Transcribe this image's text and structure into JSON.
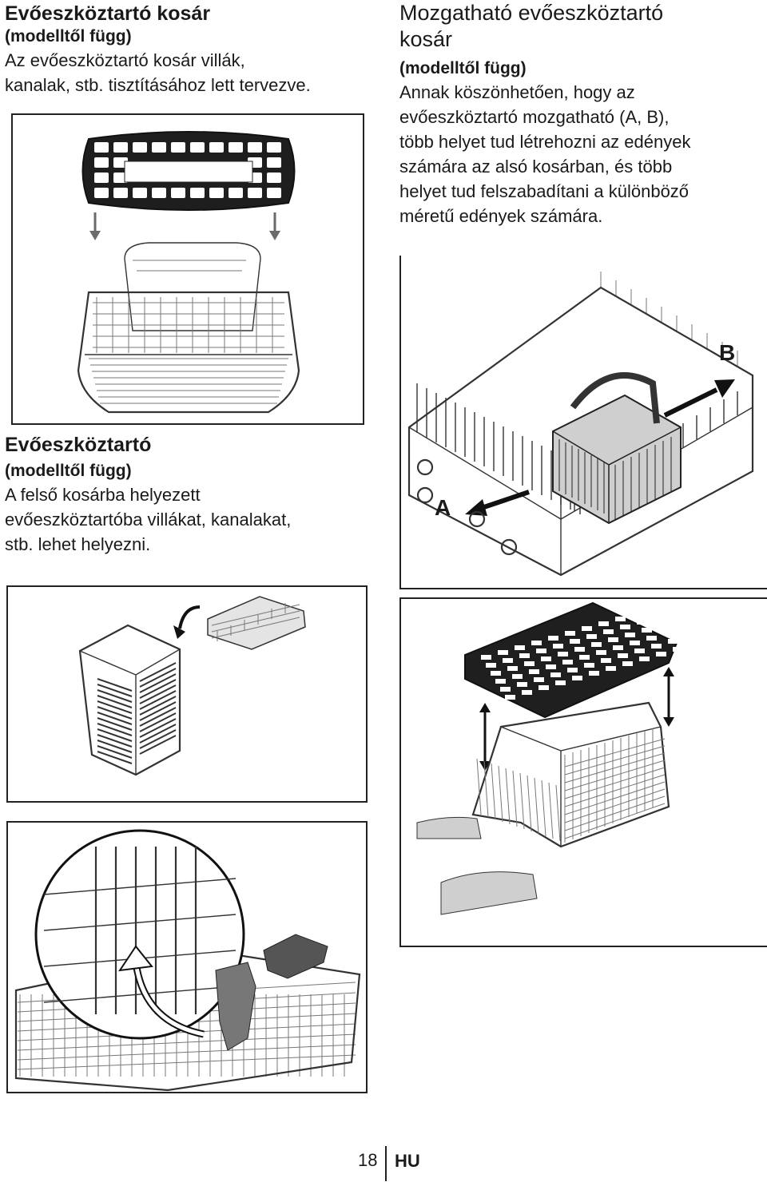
{
  "section_left_top": {
    "title": "Evőeszköztartó kosár",
    "subtitle": "(modelltől függ)",
    "body_lines": [
      "Az evőeszköztartó kosár villák,",
      "kanalak, stb. tisztításához lett tervezve."
    ]
  },
  "section_right_top": {
    "title_lines": [
      "Mozgatható evőeszköztartó",
      "kosár"
    ],
    "subtitle": "(modelltől függ)",
    "body_lines": [
      "Annak köszönhetően, hogy az",
      "evőeszköztartó mozgatható (A, B),",
      "több helyet tud létrehozni az edények",
      "számára az alsó kosárban, és több",
      "helyet tud felszabadítani a különböző",
      "méretű edények számára."
    ],
    "label_a": "A",
    "label_b": "B"
  },
  "section_left_mid": {
    "title": "Evőeszköztartó",
    "subtitle": "(modelltől függ)",
    "body_lines": [
      "A felső kosárba helyezett",
      "evőeszköztartóba villákat, kanalakat,",
      "stb. lehet helyezni."
    ]
  },
  "footer": {
    "page_number": "18",
    "language": "HU"
  },
  "icons": {
    "arrow_down": "arrow-down-icon",
    "double_arrow": "double-arrow-icon",
    "curved_arrow": "curved-arrow-icon"
  },
  "colors": {
    "text": "#1a1a1a",
    "frame": "#222222",
    "arrow": "#6b6b6b"
  }
}
